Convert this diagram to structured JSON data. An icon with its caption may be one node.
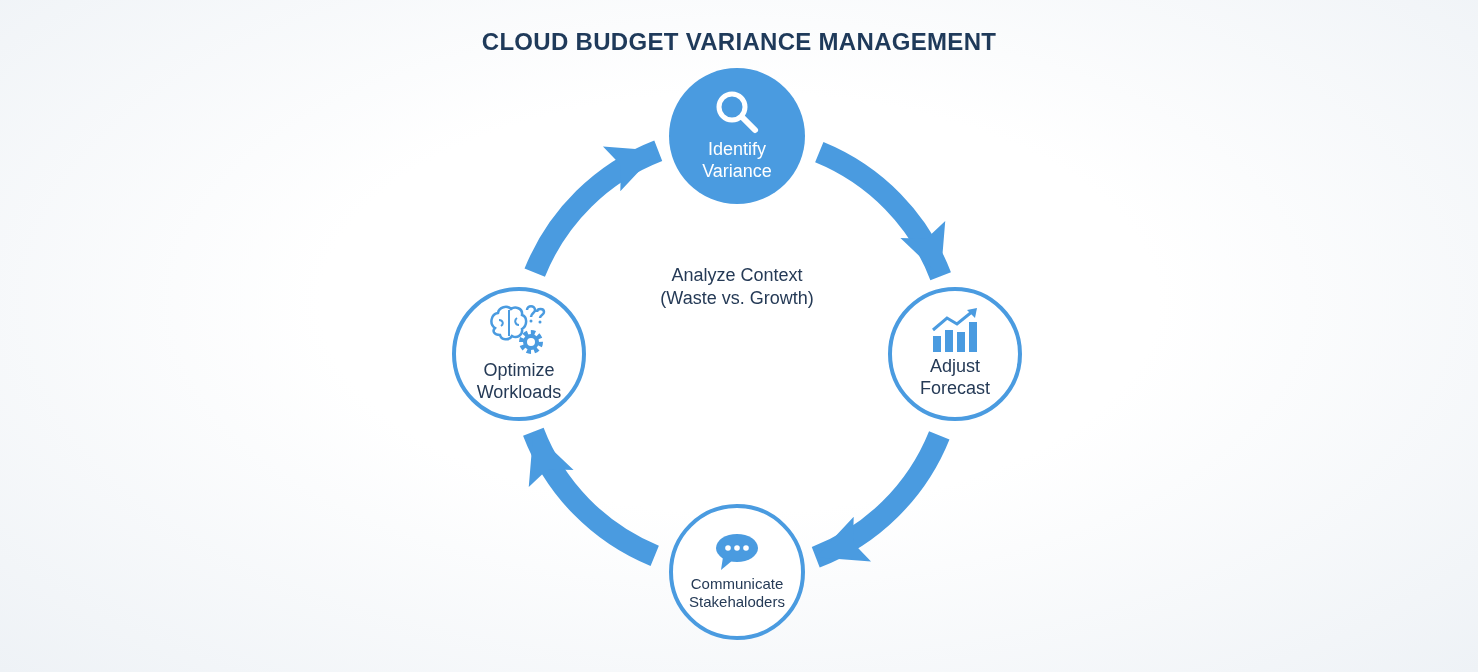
{
  "diagram": {
    "title": "CLOUD BUDGET VARIANCE MANAGEMENT",
    "nodes": [
      {
        "text": [
          "Identify Variance"
        ]
      },
      {
        "text": [
          "Adjust Forecast"
        ]
      },
      {
        "text": [
          "Communicate Stakehaloders"
        ]
      },
      {
        "text": [
          "Optimize Workloads"
        ]
      }
    ],
    "edges": [
      {
        "from": 0,
        "to": 1,
        "arrow": "to"
      },
      {
        "from": 1,
        "to": 2,
        "arrow": "to"
      },
      {
        "from": 2,
        "to": 3,
        "arrow": "to"
      },
      {
        "from": 3,
        "to": 0,
        "arrow": "to"
      }
    ],
    "labels": [
      "Analyze Context (Waste vs. Growth)"
    ]
  }
}
